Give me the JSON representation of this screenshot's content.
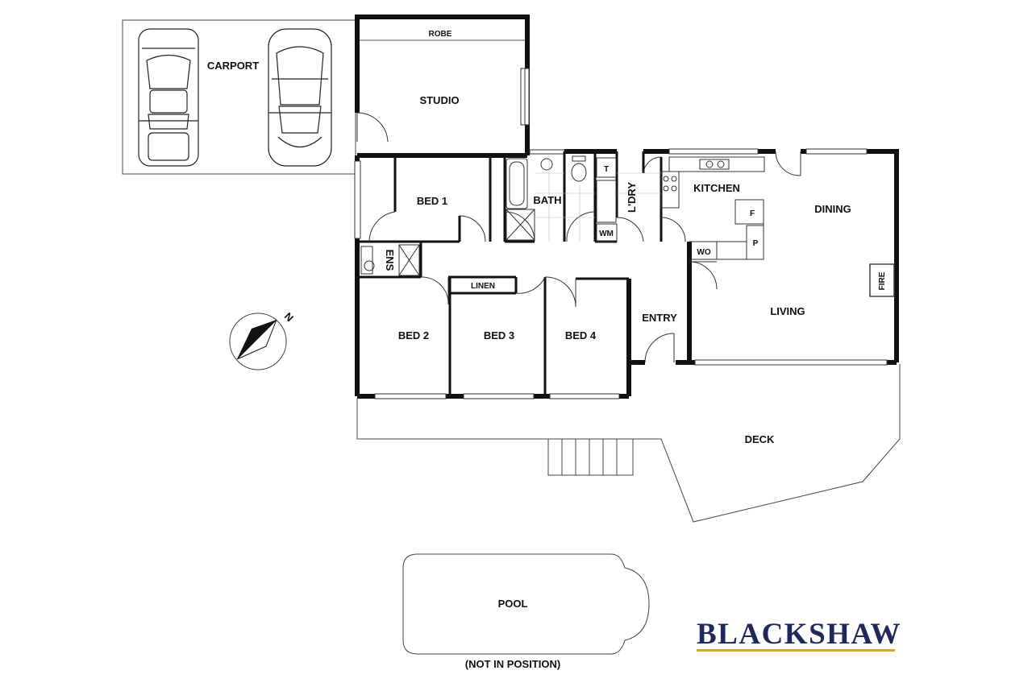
{
  "rooms": {
    "carport": "CARPORT",
    "robe": "ROBE",
    "studio": "STUDIO",
    "bed1": "BED 1",
    "bath": "BATH",
    "laundry": "L'DRY",
    "wm": "WM",
    "kitchen": "KITCHEN",
    "fridge": "F",
    "pantry": "P",
    "wo": "WO",
    "dining": "DINING",
    "fire": "FIRE",
    "living": "LIVING",
    "ens": "ENS",
    "linen": "LINEN",
    "bed2": "BED 2",
    "bed3": "BED 3",
    "bed4": "BED 4",
    "entry": "ENTRY",
    "deck": "DECK",
    "pool": "POOL",
    "pool_note": "(NOT IN POSITION)",
    "toilet_t": "T"
  },
  "compass": {
    "label": "N"
  },
  "brand": {
    "name": "BLACKSHAW"
  },
  "colors": {
    "wall": "#111111",
    "brand": "#1f2a5a",
    "brand_accent": "#d7a62a"
  }
}
